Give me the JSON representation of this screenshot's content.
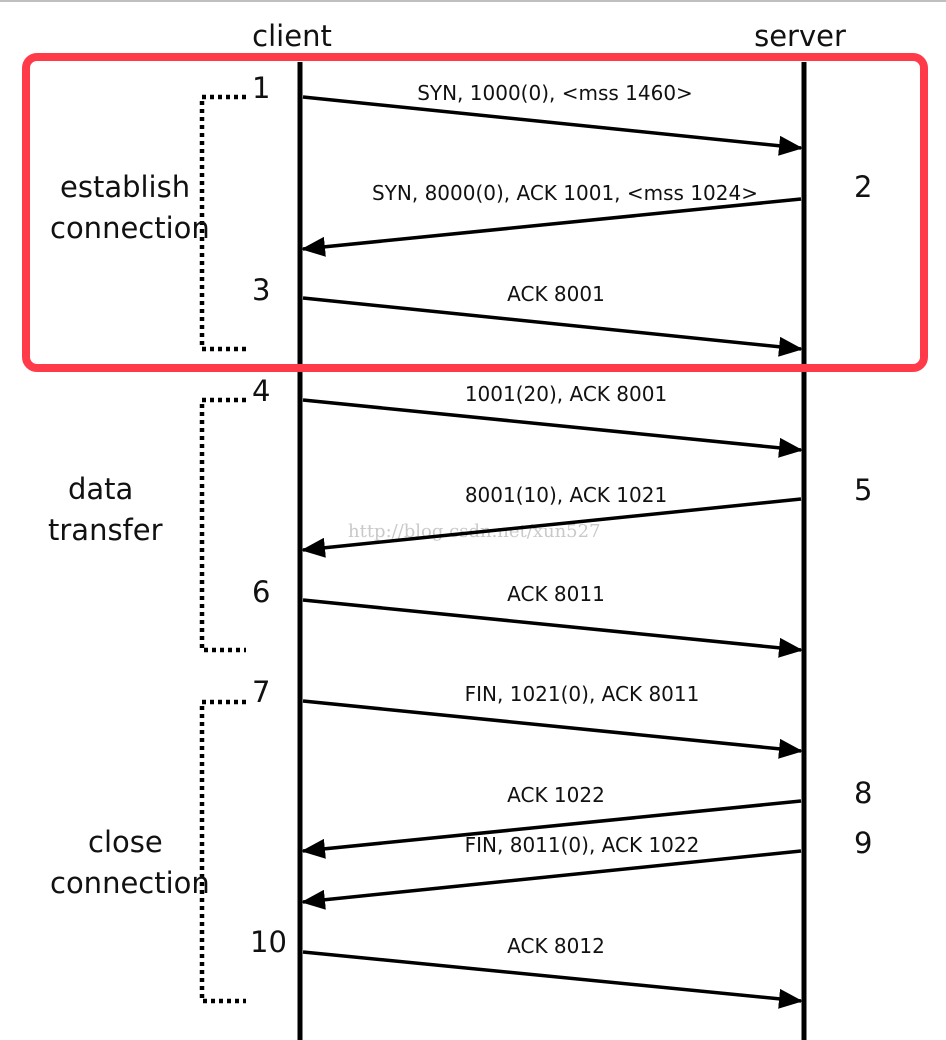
{
  "participants": {
    "client": "client",
    "server": "server"
  },
  "phases": [
    {
      "line1": "establish",
      "line2": "connection"
    },
    {
      "line1": "data",
      "line2": "transfer"
    },
    {
      "line1": "close",
      "line2": "connection"
    }
  ],
  "messages": [
    {
      "step": "1",
      "label": "SYN, 1000(0), <mss 1460>",
      "direction": "client-to-server"
    },
    {
      "step": "2",
      "label": "SYN, 8000(0), ACK 1001, <mss 1024>",
      "direction": "server-to-client"
    },
    {
      "step": "3",
      "label": "ACK 8001",
      "direction": "client-to-server"
    },
    {
      "step": "4",
      "label": "1001(20), ACK 8001",
      "direction": "client-to-server"
    },
    {
      "step": "5",
      "label": "8001(10), ACK 1021",
      "direction": "server-to-client"
    },
    {
      "step": "6",
      "label": "ACK 8011",
      "direction": "client-to-server"
    },
    {
      "step": "7",
      "label": "FIN, 1021(0), ACK 8011",
      "direction": "client-to-server"
    },
    {
      "step": "8",
      "label": "ACK 1022",
      "direction": "server-to-client"
    },
    {
      "step": "9",
      "label": "FIN, 8011(0), ACK 1022",
      "direction": "server-to-client"
    },
    {
      "step": "10",
      "label": "ACK 8012",
      "direction": "client-to-server"
    }
  ],
  "watermark": "http://blog.csdn.net/xun527",
  "colors": {
    "highlight": "#ff3b4a",
    "line": "#000000",
    "text": "#111111",
    "watermark": "#c9c9c9"
  }
}
